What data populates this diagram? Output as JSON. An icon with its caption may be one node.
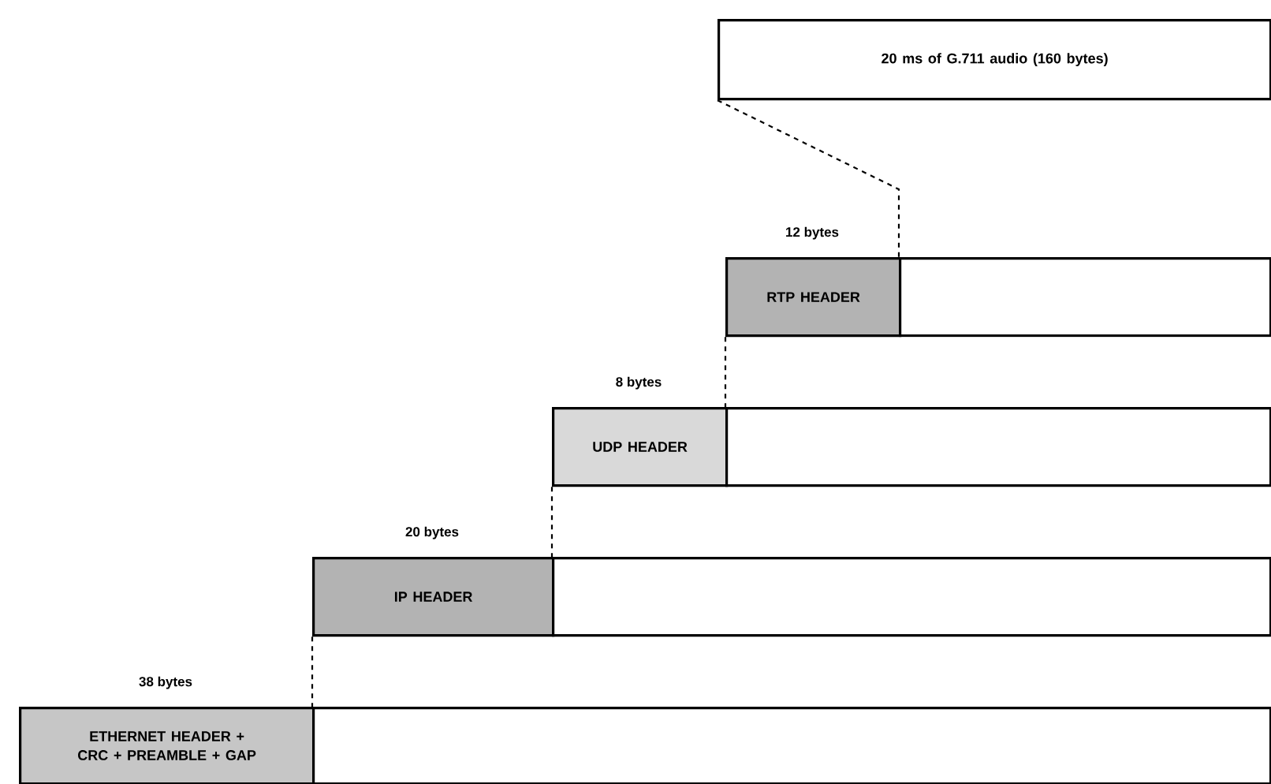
{
  "diagram": {
    "nodes": [
      {
        "text": [
          "20 ms of G.711 audio (160 bytes)"
        ]
      },
      {
        "text": [
          "RTP HEADER"
        ],
        "beside": [
          "12 bytes"
        ]
      },
      {
        "text": [],
        "shape": "box"
      },
      {
        "text": [
          "UDP HEADER"
        ],
        "beside": [
          "8 bytes"
        ]
      },
      {
        "text": [],
        "shape": "box"
      },
      {
        "text": [
          "IP HEADER"
        ],
        "beside": [
          "20 bytes"
        ]
      },
      {
        "text": [],
        "shape": "box"
      },
      {
        "text": [
          "ETHERNET HEADER + CRC + PREAMBLE + GAP"
        ],
        "beside": [
          "38 bytes"
        ]
      },
      {
        "text": [],
        "shape": "box"
      }
    ],
    "edges": [
      {
        "from": 0,
        "to": 2,
        "arrow": "none",
        "style": "dashed"
      },
      {
        "from": 1,
        "to": 4,
        "arrow": "none",
        "style": "dashed"
      },
      {
        "from": 3,
        "to": 6,
        "arrow": "none",
        "style": "dashed"
      },
      {
        "from": 5,
        "to": 8,
        "arrow": "none",
        "style": "dashed"
      }
    ]
  }
}
